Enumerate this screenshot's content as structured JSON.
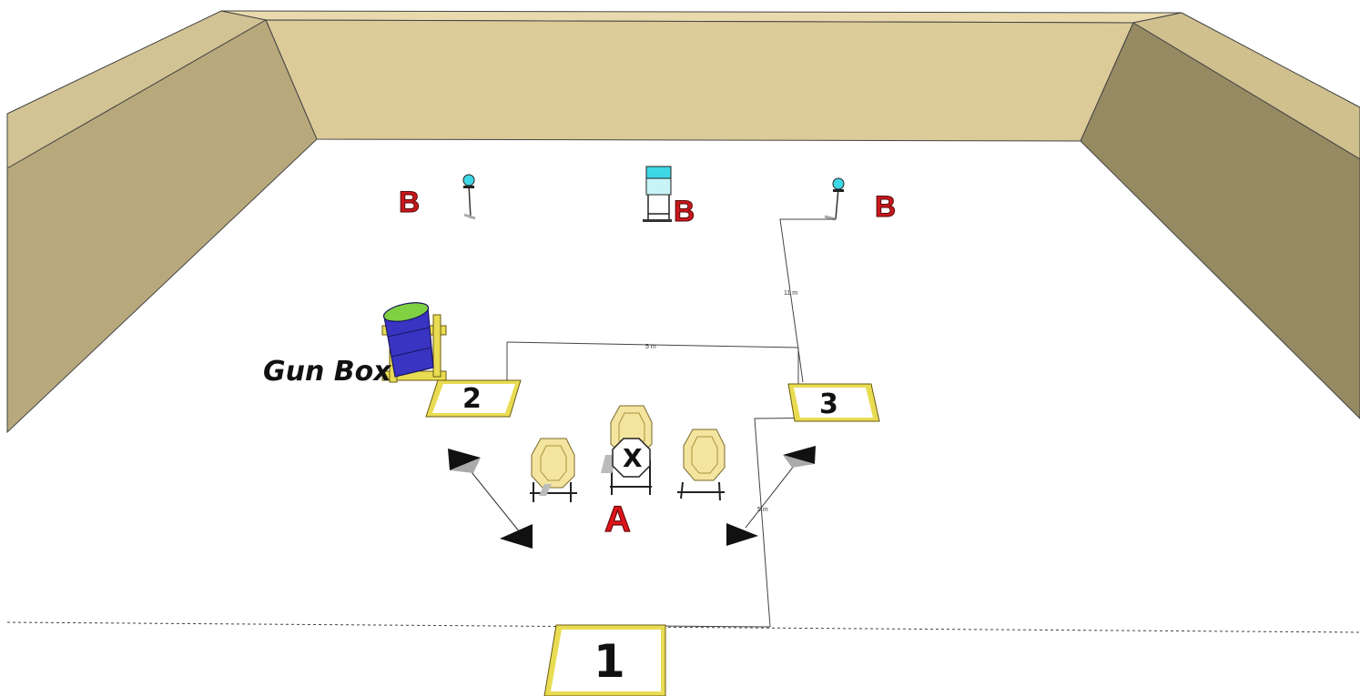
{
  "labels": {
    "target_group_a": "A",
    "target_b_left": "B",
    "target_b_center": "B",
    "target_b_right": "B",
    "gun_box": "Gun Box",
    "position_1": "1",
    "position_2": "2",
    "position_3": "3",
    "no_shoot": "X"
  },
  "dimensions": {
    "pos2_to_pos3": "5 m",
    "pos3_to_b_right": "11 m",
    "pos1_to_pos3": "5 m"
  },
  "colors": {
    "berm_top": "#dccb98",
    "berm_side_left": "#b8a97d",
    "berm_side_right": "#968a63",
    "floor": "#ffffff",
    "box_border": "#e9dc52",
    "steel_target": "#f3e49f",
    "popper": "#3fd8e6",
    "barrel": "#3a34c2",
    "barrel_top": "#7fd142",
    "label_red": "#c8181c"
  }
}
